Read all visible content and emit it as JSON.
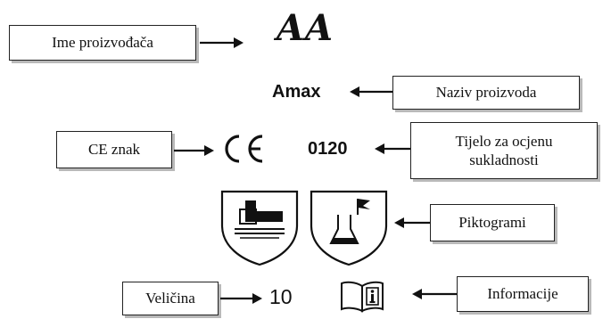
{
  "labels": {
    "manufacturer_name": "Ime proizvođača",
    "product_name": "Naziv proizvoda",
    "ce_mark": "CE znak",
    "notified_body_line1": "Tijelo za ocjenu",
    "notified_body_line2": "sukladnosti",
    "pictograms": "Piktogrami",
    "size": "Veličina",
    "information": "Informacije"
  },
  "marking": {
    "logo": "AA",
    "product": "Amax",
    "body_number": "0120",
    "size_value": "10"
  },
  "icons": [
    "ce-mark-icon",
    "mechanical-hazard-pictogram-icon",
    "chemical-hazard-pictogram-icon",
    "information-book-icon"
  ],
  "colors": {
    "text": "#111111",
    "box_shadow": "#b9b9b9"
  }
}
